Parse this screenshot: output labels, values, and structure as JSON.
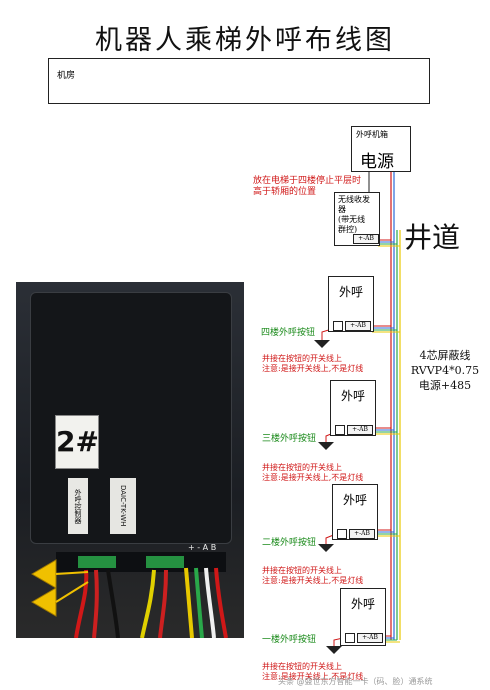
{
  "title": "机器人乘梯外呼布线图",
  "machine_room": "机房",
  "hall_box": {
    "caption": "外呼机箱",
    "power": "电源"
  },
  "wireless_note": {
    "line1": "放在电梯于四楼停止平层时",
    "line2": "高于轿厢的位置"
  },
  "transceiver": {
    "line1": "无线收发",
    "line2": "器",
    "line3": "(带无线",
    "line4": "群控)"
  },
  "shaft": "井道",
  "cable": {
    "line1": "4芯屏蔽线",
    "line2": "RVVP4*0.75",
    "line3": "电源+485"
  },
  "terminal_label": "+-AB",
  "floors": [
    {
      "unit": "外呼",
      "button": "四楼外呼按钮",
      "note1": "并接在按钮的开关线上",
      "note2": "注意:是接开关线上,不是灯线"
    },
    {
      "unit": "外呼",
      "button": "三楼外呼按钮",
      "note1": "并接在按钮的开关线上",
      "note2": "注意:是接开关线上,不是灯线"
    },
    {
      "unit": "外呼",
      "button": "二楼外呼按钮",
      "note1": "并接在按钮的开关线上",
      "note2": "注意:是接开关线上,不是灯线"
    },
    {
      "unit": "外呼",
      "button": "一楼外呼按钮",
      "note1": "并接在按钮的开关线上",
      "note2": "注意:是接开关线上,不是灯线"
    }
  ],
  "photo": {
    "sticker_number": "2#",
    "sticker_a": "外呼控制器",
    "sticker_b": "DAIC-TK-WH",
    "pins": "+ - A B"
  },
  "watermark": "头条 @盛世东方智能一卡（码、脸）通系统",
  "colors": {
    "note_red": "#d01818",
    "button_green": "#1a8a1a",
    "cable_yellow": "#e8c800",
    "cable_green": "#2aa84a",
    "cable_blue": "#2a6ad8",
    "cable_red": "#d01818"
  }
}
